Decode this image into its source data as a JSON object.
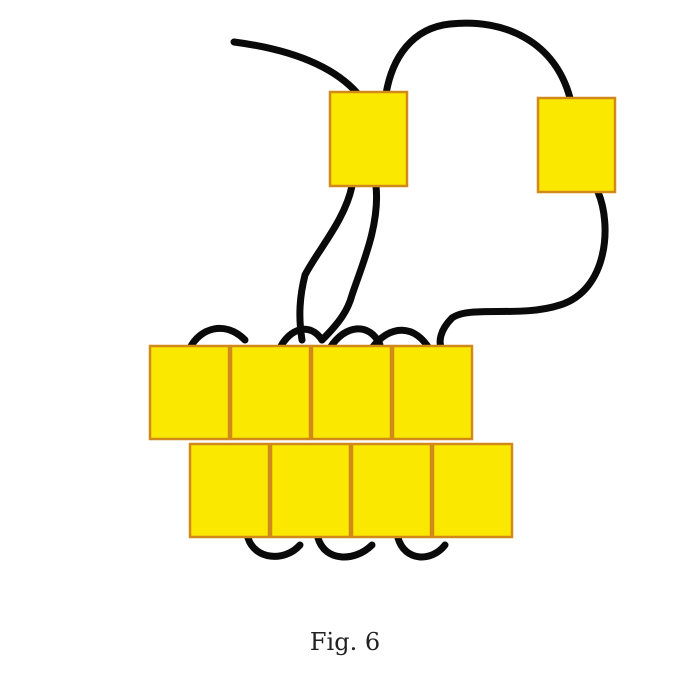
{
  "caption": "Fig. 6",
  "colors": {
    "bead_fill": "#fbe800",
    "bead_border": "#d18a1a",
    "thread": "#0a0a0a",
    "background": "#ffffff"
  },
  "beads": {
    "loose_count": 2,
    "top_row_count": 4,
    "bottom_row_count": 4
  }
}
